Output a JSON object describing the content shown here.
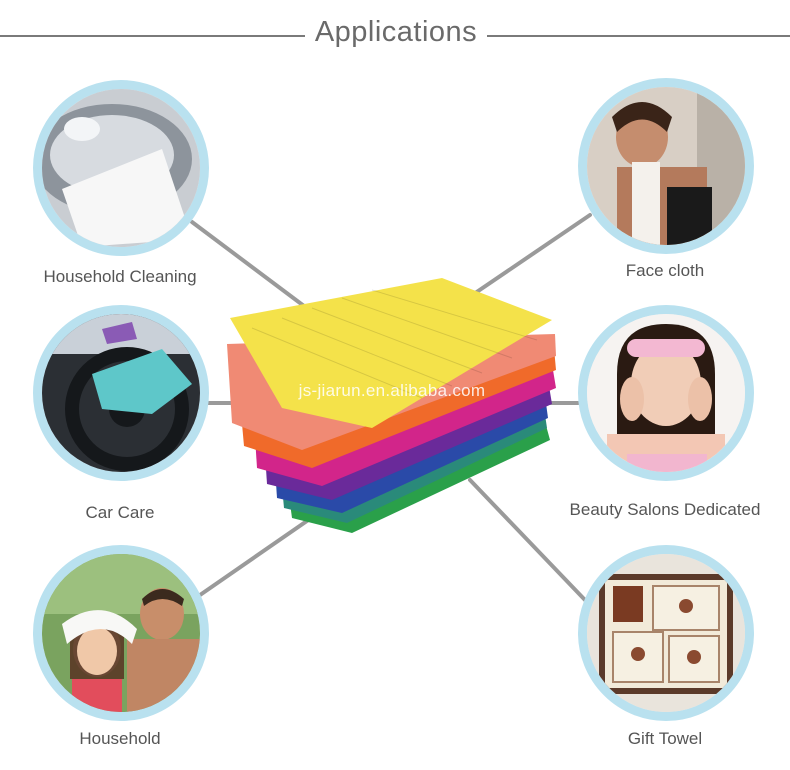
{
  "header": {
    "title": "Applications"
  },
  "watermark": "js-jiarun.en.alibaba.com",
  "applications": {
    "household_cleaning": "Household Cleaning",
    "face_cloth": "Face cloth",
    "car_care": "Car Care",
    "beauty_salons": "Beauty Salons Dedicated",
    "household": "Household",
    "gift_towel": "Gift Towel"
  },
  "colors": {
    "circle_border": "#b9e1ef",
    "connector": "#9a9a9a",
    "towel_stack": [
      "#f4e24a",
      "#f08a74",
      "#f06a2a",
      "#d2258a",
      "#6a2a9a",
      "#2a4aa8",
      "#2a8a7a",
      "#2aa04a"
    ]
  }
}
